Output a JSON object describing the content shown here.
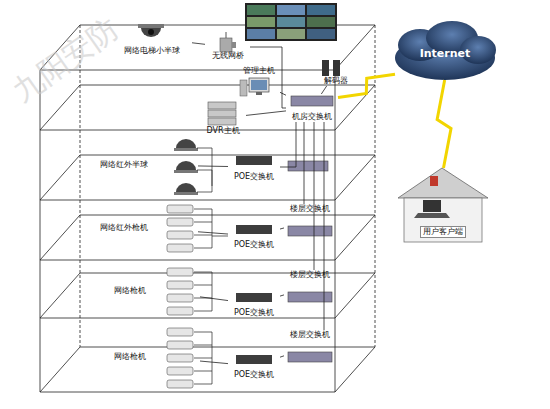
{
  "diagram": {
    "nodes": [
      {
        "text": [
          "Internet"
        ]
      },
      {
        "text": [
          "用户客户端"
        ]
      },
      {
        "text": [
          "机房交换机"
        ]
      },
      {
        "text": [
          "管理主机"
        ]
      },
      {
        "text": [
          "DVR主机"
        ]
      },
      {
        "text": [
          "解码器"
        ]
      },
      {
        "text": [
          "无线网桥"
        ]
      },
      {
        "text": [
          "网络电梯小半球"
        ]
      },
      {
        "text": [
          "网络红外半球"
        ]
      },
      {
        "text": [
          "POE交换机"
        ]
      },
      {
        "text": [
          "网络红外枪机"
        ]
      },
      {
        "text": [
          "POE交换机"
        ]
      },
      {
        "text": [
          "楼层交换机"
        ]
      },
      {
        "text": [
          "网络枪机"
        ]
      },
      {
        "text": [
          "POE交换机"
        ]
      },
      {
        "text": [
          "楼层交换机"
        ]
      },
      {
        "text": [
          "网络枪机"
        ]
      },
      {
        "text": [
          "POE交换机"
        ]
      },
      {
        "text": [
          "楼层交换机"
        ]
      }
    ],
    "edges": [
      {
        "from": 2,
        "to": 0,
        "arrow": "none"
      },
      {
        "from": 0,
        "to": 1,
        "arrow": "none"
      },
      {
        "from": 3,
        "to": 2,
        "arrow": "none"
      },
      {
        "from": 4,
        "to": 2,
        "arrow": "none"
      },
      {
        "from": 5,
        "to": 2,
        "arrow": "none"
      },
      {
        "from": 7,
        "to": 6,
        "arrow": "none"
      },
      {
        "from": 6,
        "to": 2,
        "arrow": "none"
      },
      {
        "from": 8,
        "to": 9,
        "arrow": "none"
      },
      {
        "from": 9,
        "to": 2,
        "arrow": "none"
      },
      {
        "from": 10,
        "to": 11,
        "arrow": "none"
      },
      {
        "from": 11,
        "to": 12,
        "arrow": "none"
      },
      {
        "from": 12,
        "to": 2,
        "arrow": "none"
      },
      {
        "from": 13,
        "to": 14,
        "arrow": "none"
      },
      {
        "from": 14,
        "to": 15,
        "arrow": "none"
      },
      {
        "from": 15,
        "to": 2,
        "arrow": "none"
      },
      {
        "from": 16,
        "to": 17,
        "arrow": "none"
      },
      {
        "from": 17,
        "to": 18,
        "arrow": "none"
      },
      {
        "from": 18,
        "to": 2,
        "arrow": "none"
      }
    ],
    "labels": [
      "九阳安防"
    ]
  }
}
